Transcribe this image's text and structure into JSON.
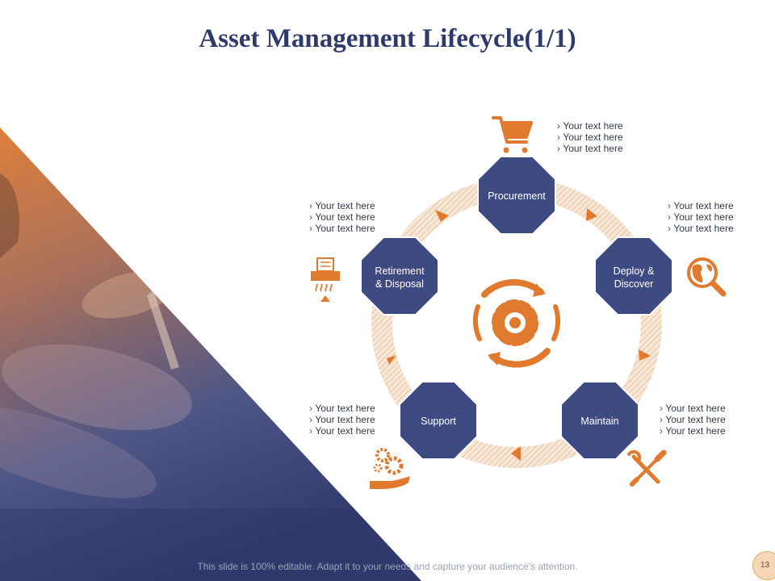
{
  "slide": {
    "title": "Asset Management Lifecycle(1/1)",
    "footer": "This slide is 100% editable. Adapt it to your needs and capture your audience's attention.",
    "page_number": "13"
  },
  "stages": [
    {
      "label_lines": [
        "Procurement"
      ],
      "icon": "shopping-cart-icon",
      "bullets": [
        "Your text here",
        "Your text here",
        "Your text here"
      ]
    },
    {
      "label_lines": [
        "Deploy &",
        "Discover"
      ],
      "icon": "globe-search-icon",
      "bullets": [
        "Your text here",
        "Your text here",
        "Your text here"
      ]
    },
    {
      "label_lines": [
        "Maintain"
      ],
      "icon": "wrench-screwdriver-icon",
      "bullets": [
        "Your text here",
        "Your text here",
        "Your text here"
      ]
    },
    {
      "label_lines": [
        "Support"
      ],
      "icon": "gears-hand-icon",
      "bullets": [
        "Your text here",
        "Your text here",
        "Your text here"
      ]
    },
    {
      "label_lines": [
        "Retirement",
        "& Disposal"
      ],
      "icon": "paper-shredder-icon",
      "bullets": [
        "Your text here",
        "Your text here",
        "Your text here"
      ]
    }
  ],
  "center": {
    "icon": "gear-cycle-icon"
  },
  "colors": {
    "navy": "#3e4a82",
    "orange": "#e07a2e",
    "title": "#2e3a6c",
    "ring": "#f1d9c3"
  }
}
